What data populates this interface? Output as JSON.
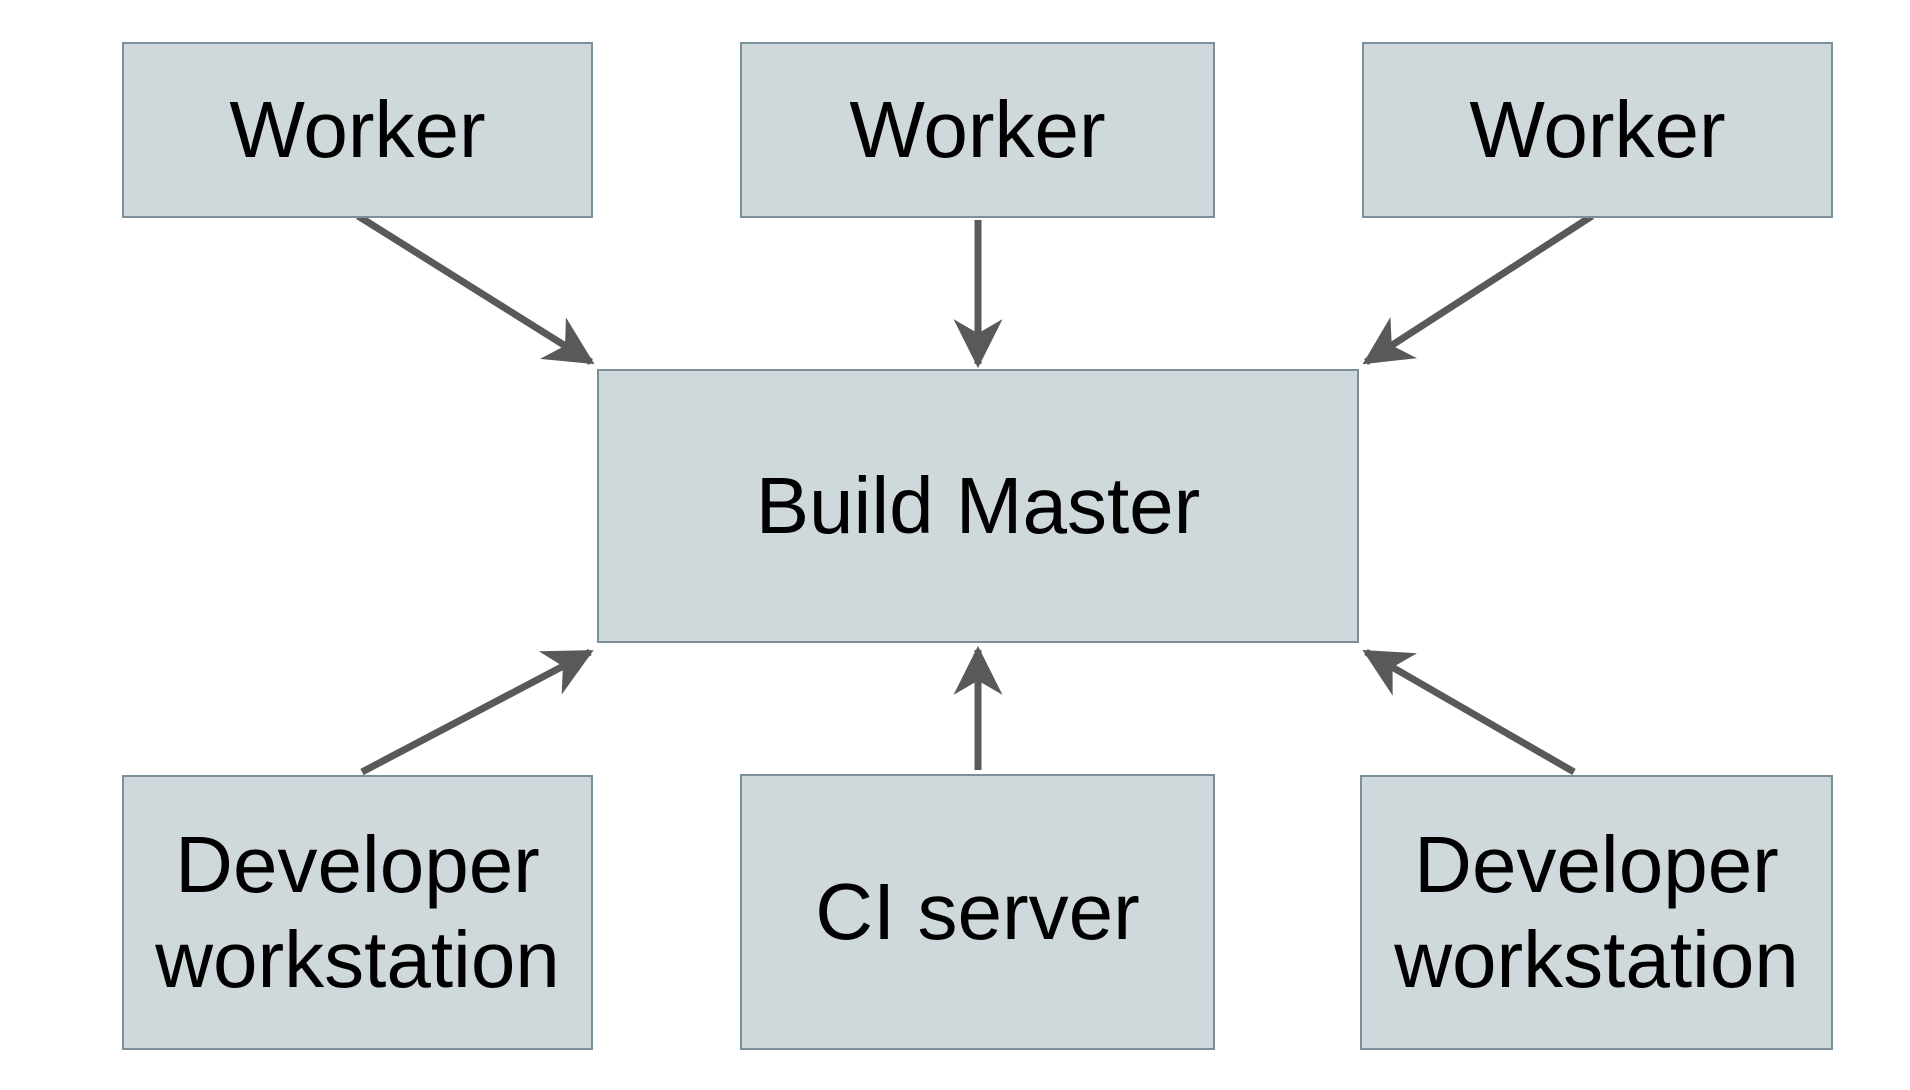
{
  "diagram": {
    "type": "architecture-diagram",
    "nodes": [
      {
        "id": "worker-1",
        "label": "Worker"
      },
      {
        "id": "worker-2",
        "label": "Worker"
      },
      {
        "id": "worker-3",
        "label": "Worker"
      },
      {
        "id": "build-master",
        "label": "Build Master"
      },
      {
        "id": "developer-workstation-left",
        "label": "Developer workstation"
      },
      {
        "id": "ci-server",
        "label": "CI server"
      },
      {
        "id": "developer-workstation-right",
        "label": "Developer workstation"
      }
    ],
    "edges": [
      {
        "from": "worker-1",
        "to": "build-master"
      },
      {
        "from": "worker-2",
        "to": "build-master"
      },
      {
        "from": "worker-3",
        "to": "build-master"
      },
      {
        "from": "developer-workstation-left",
        "to": "build-master"
      },
      {
        "from": "ci-server",
        "to": "build-master"
      },
      {
        "from": "developer-workstation-right",
        "to": "build-master"
      }
    ],
    "colors": {
      "background": "#ffffff",
      "node_fill": "#cfd8da",
      "node_border": "#7b909b",
      "arrow": "#595959",
      "text": "#000000"
    }
  }
}
